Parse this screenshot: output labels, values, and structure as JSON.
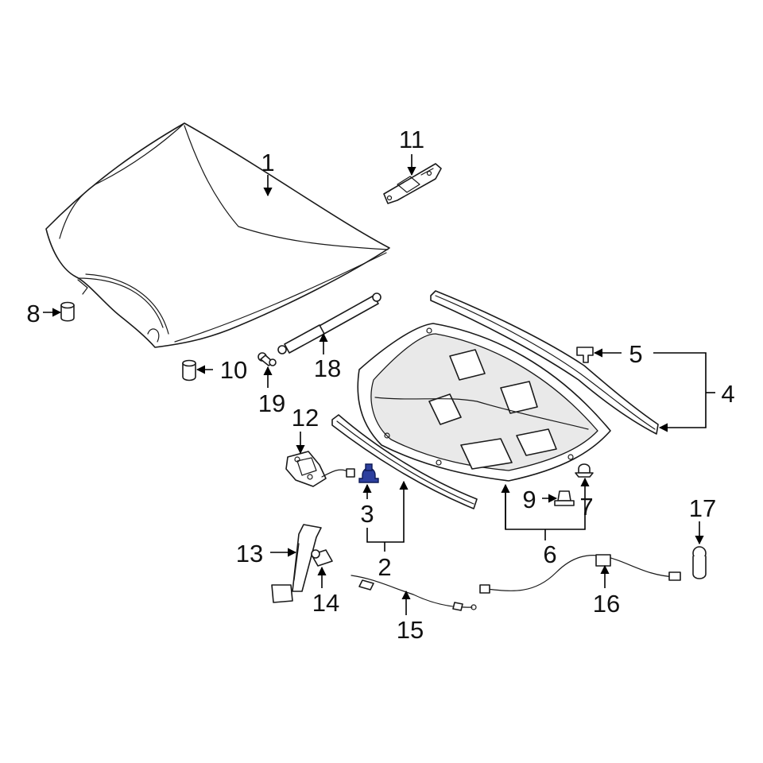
{
  "diagram": {
    "accent_color": "#2d3f9e",
    "callouts": {
      "c1": "1",
      "c2": "2",
      "c3": "3",
      "c4": "4",
      "c5": "5",
      "c6": "6",
      "c7": "7",
      "c8": "8",
      "c9": "9",
      "c10": "10",
      "c11": "11",
      "c12": "12",
      "c13": "13",
      "c14": "14",
      "c15": "15",
      "c16": "16",
      "c17": "17",
      "c18": "18",
      "c19": "19"
    }
  }
}
